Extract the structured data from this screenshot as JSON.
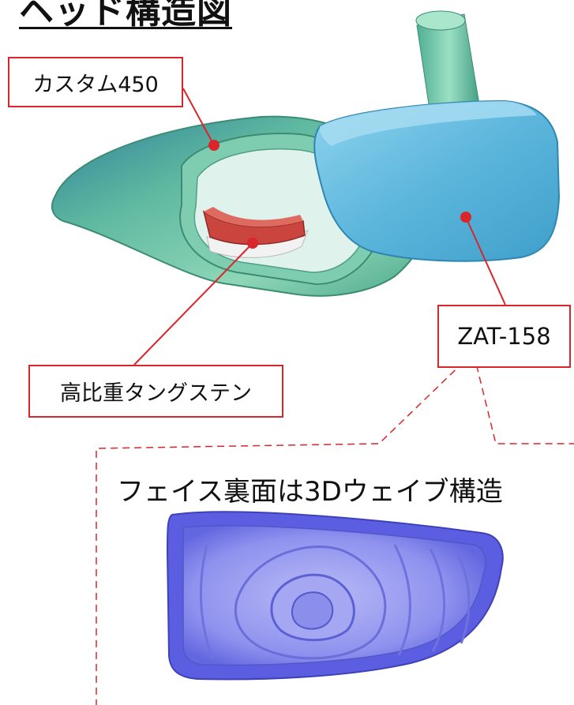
{
  "title": "ヘッド構造図",
  "callouts": {
    "body_material": "カスタム450",
    "face_material": "ZAT-158",
    "weight_material": "高比重タングステン"
  },
  "inset": {
    "caption": "フェイス裏面は3Dウェイブ構造"
  },
  "colors": {
    "accent": "#d9262b",
    "body": "#6fc4a2",
    "face": "#5ab3d6",
    "weight": "#c9453d",
    "inset_face": "#5b5ee0"
  }
}
